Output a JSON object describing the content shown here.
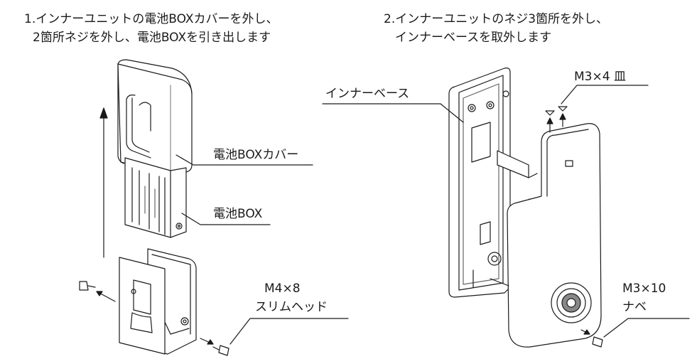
{
  "step1": {
    "line1": "1.インナーユニットの電池BOXカバーを外し、",
    "line2": "2箇所ネジを外し、電池BOXを引き出します"
  },
  "step2": {
    "line1": "2.インナーユニットのネジ3箇所を外し、",
    "line2": "インナーベースを取外します"
  },
  "labels": {
    "battery_cover": "電池BOXカバー",
    "battery_box": "電池BOX",
    "screw_m4_size": "M4×8",
    "screw_m4_type": "スリムヘッド",
    "inner_base": "インナーベース",
    "screw_m3x4": "M3×4 皿",
    "screw_m3x10_size": "M3×10",
    "screw_m3x10_type": "ナベ"
  }
}
